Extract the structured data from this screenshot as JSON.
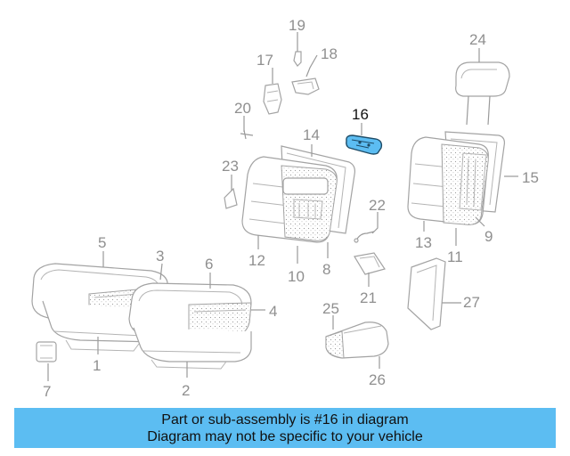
{
  "callouts": {
    "c1": "1",
    "c2": "2",
    "c3": "3",
    "c4": "4",
    "c5": "5",
    "c6": "6",
    "c7": "7",
    "c8": "8",
    "c9": "9",
    "c10": "10",
    "c11": "11",
    "c12": "12",
    "c13": "13",
    "c14": "14",
    "c15": "15",
    "c16": "16",
    "c17": "17",
    "c18": "18",
    "c19": "19",
    "c20": "20",
    "c21": "21",
    "c22": "22",
    "c23": "23",
    "c24": "24",
    "c25": "25",
    "c26": "26",
    "c27": "27"
  },
  "highlight": {
    "part": "16",
    "color": "#5cbdf2"
  },
  "banner": {
    "line1": "Part or sub-assembly is #16 in diagram",
    "line2": "Diagram may not be specific to your vehicle",
    "background": "#5cbdf2"
  }
}
